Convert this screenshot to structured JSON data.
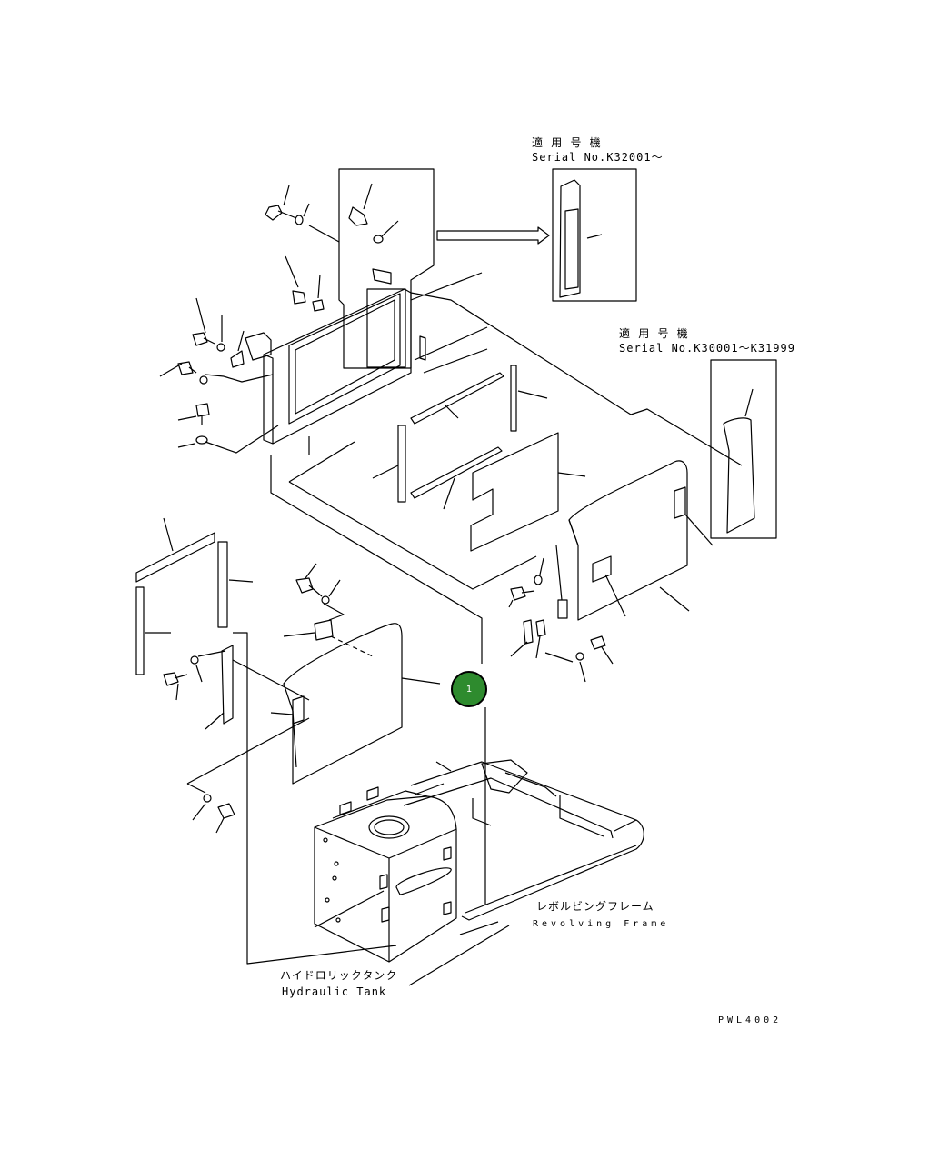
{
  "labels": {
    "serial_a_jp": "適 用 号 機",
    "serial_a_en": "Serial No.K32001～",
    "serial_b_jp": "適 用 号 機",
    "serial_b_en": "Serial No.K30001～K31999",
    "revolving_jp": "レボルビングフレーム",
    "revolving_en": "Revolving Frame",
    "tank_jp": "ハイドロリックタンク",
    "tank_en": "Hydraulic Tank",
    "drawing_code": "PWL4002"
  },
  "callout": {
    "number": "1",
    "color": "#2e8b2e"
  }
}
